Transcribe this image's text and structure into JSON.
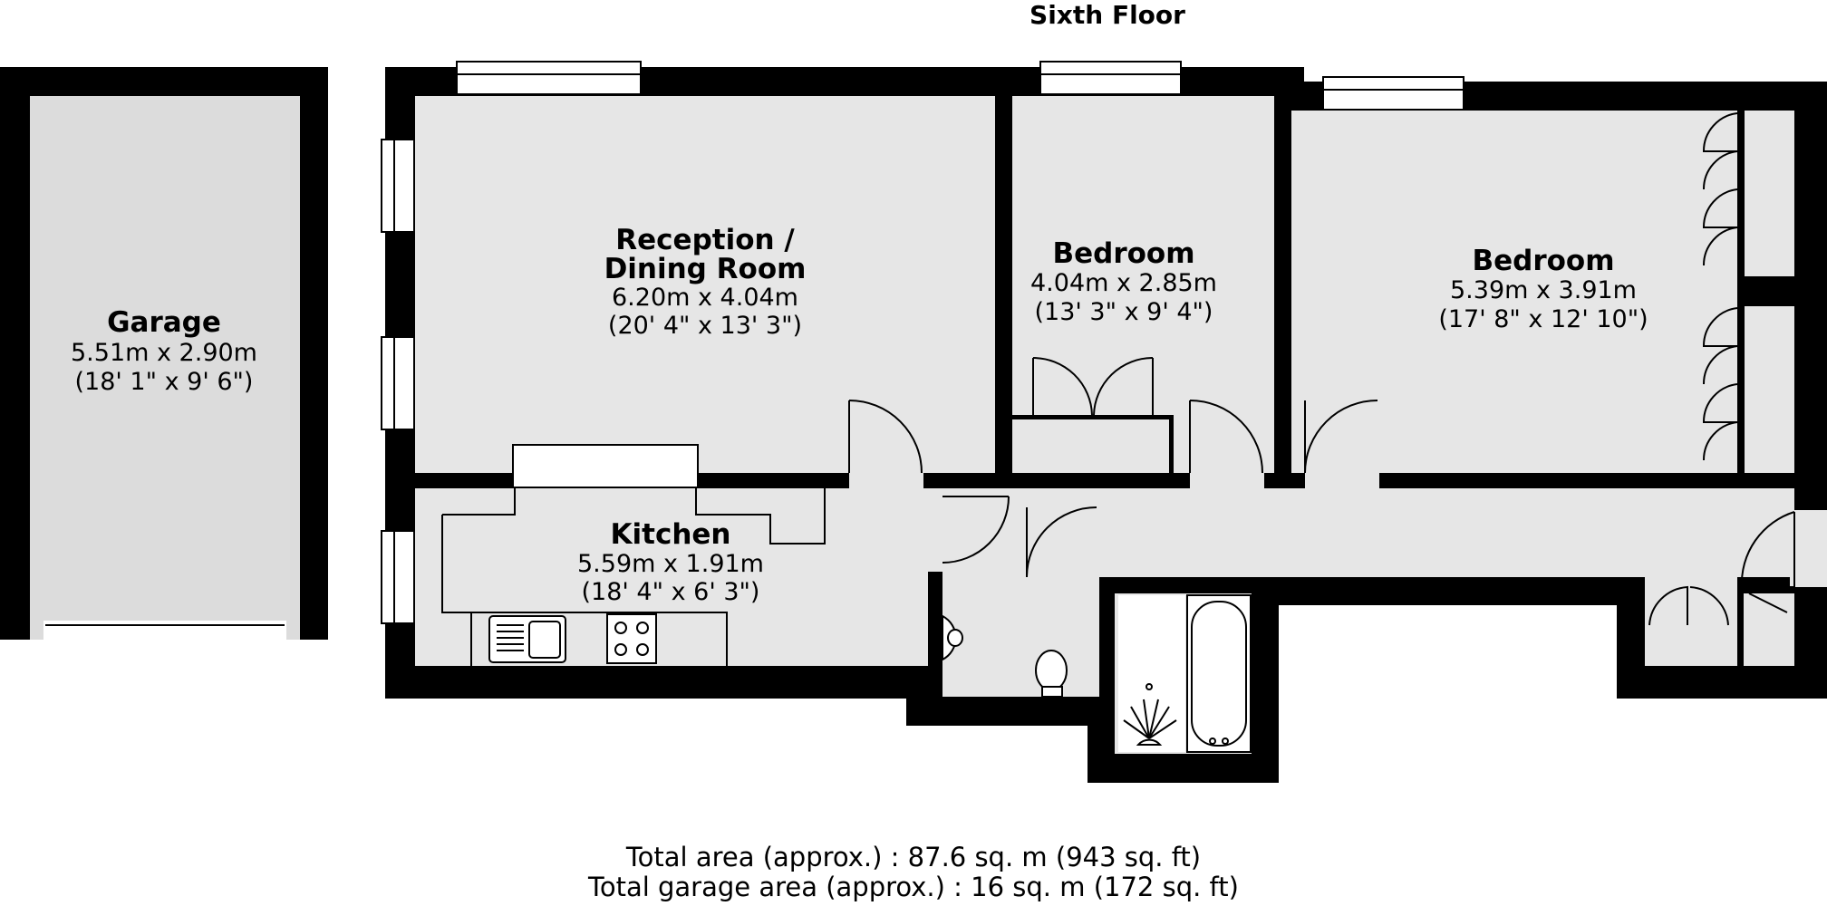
{
  "floor_title": "Sixth Floor",
  "rooms": {
    "garage": {
      "name": "Garage",
      "dim_m": "5.51m x 2.90m",
      "dim_ft": "(18' 1\" x 9' 6\")"
    },
    "reception": {
      "name_line1": "Reception /",
      "name_line2": "Dining Room",
      "dim_m": "6.20m x 4.04m",
      "dim_ft": "(20' 4\" x 13' 3\")"
    },
    "bedroom2": {
      "name": "Bedroom",
      "dim_m": "4.04m x 2.85m",
      "dim_ft": "(13' 3\" x 9' 4\")"
    },
    "bedroom1": {
      "name": "Bedroom",
      "dim_m": "5.39m x 3.91m",
      "dim_ft": "(17' 8\" x 12' 10\")"
    },
    "kitchen": {
      "name": "Kitchen",
      "dim_m": "5.59m x 1.91m",
      "dim_ft": "(18' 4\" x 6' 3\")"
    }
  },
  "totals": {
    "total_area": "Total area (approx.) : 87.6 sq. m (943 sq. ft)",
    "garage_area": "Total garage area (approx.) : 16 sq. m (172 sq. ft)"
  },
  "colors": {
    "wall": "#000000",
    "room_fill": "#e6e6e6",
    "garage_fill": "#dcdcdc",
    "fixture": "#ffffff"
  }
}
